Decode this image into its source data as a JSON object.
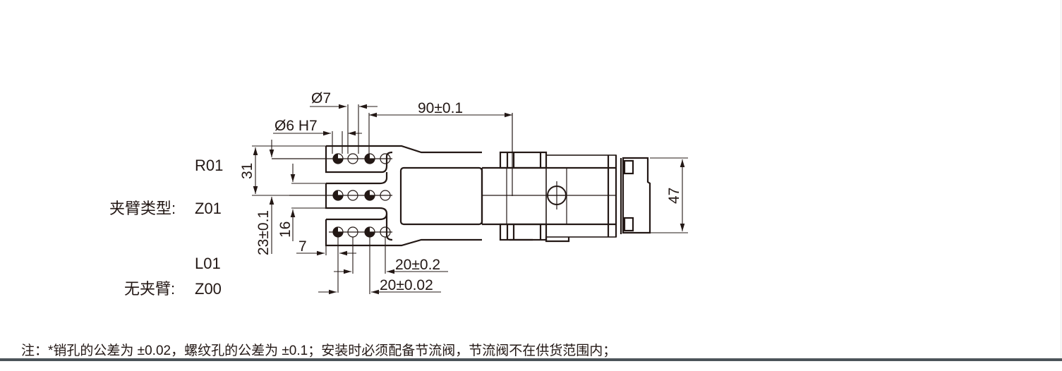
{
  "drawing": {
    "labels": {
      "arm_type_label": "夹臂类型:",
      "no_arm_label": "无夹臂:",
      "r01": "R01",
      "z01": "Z01",
      "l01": "L01",
      "z00": "Z00"
    },
    "dimensions": {
      "dia7": "Ø7",
      "dia6h7": "Ø6 H7",
      "len90": "90±0.1",
      "h31": "31",
      "h23": "23±0.1",
      "h16": "16",
      "w7": "7",
      "p20_02": "20±0.2",
      "p20_002": "20±0.02",
      "h47": "47"
    },
    "colors": {
      "line": "#231815",
      "bar": "#4b545a"
    }
  },
  "footer": {
    "note": "注：*销孔的公差为 ±0.02，螺纹孔的公差为 ±0.1；安装时必须配备节流阀，节流阀不在供货范围内；"
  }
}
